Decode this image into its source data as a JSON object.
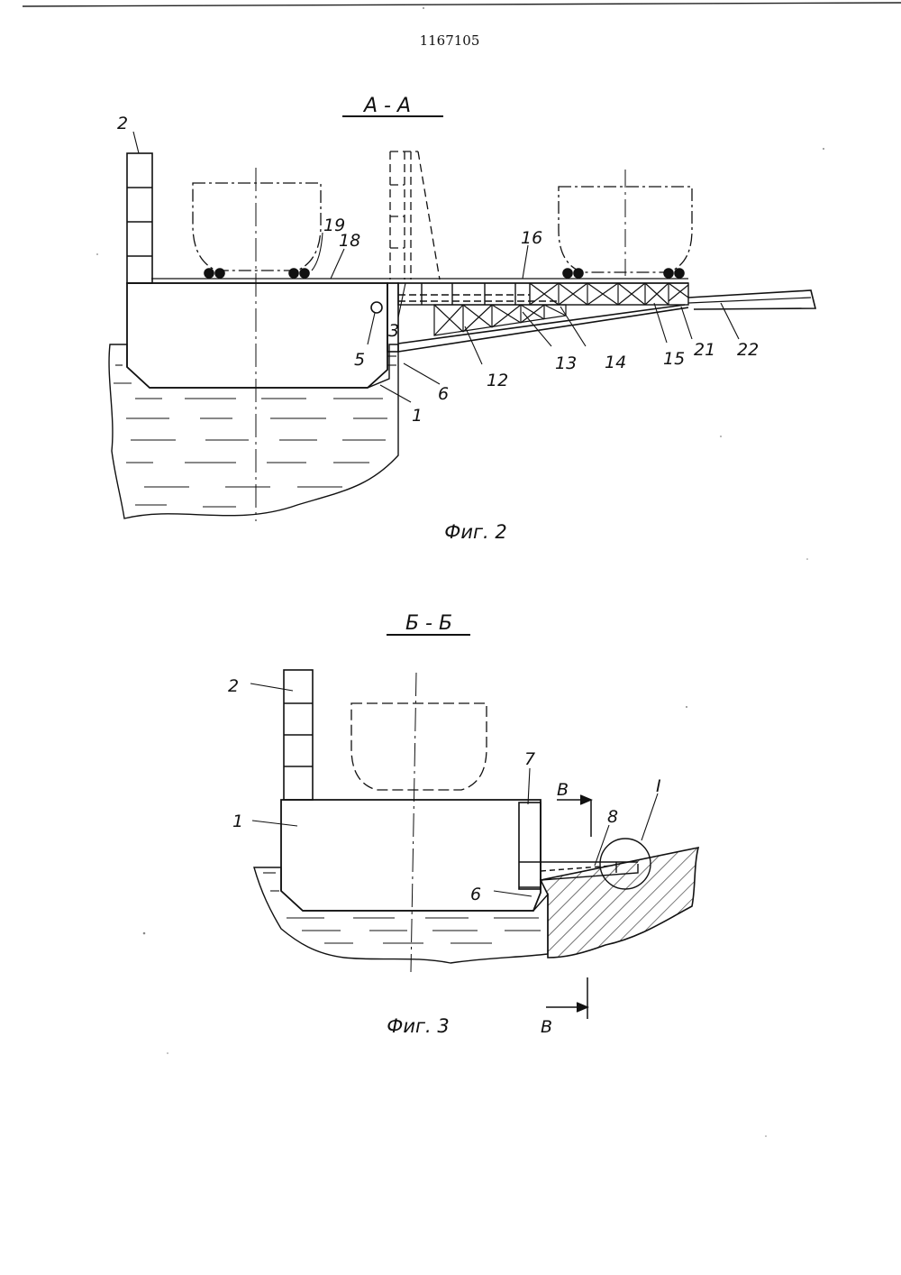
{
  "document": {
    "patent_number": "1167105"
  },
  "figure2": {
    "section_title": "А - А",
    "caption": "Фиг. 2",
    "labels": {
      "l2": "2",
      "l19": "19",
      "l18": "18",
      "l16": "16",
      "l3": "3",
      "l5": "5",
      "l6": "6",
      "l1": "1",
      "l12": "12",
      "l13": "13",
      "l14": "14",
      "l15": "15",
      "l21": "21",
      "l22": "22"
    }
  },
  "figure3": {
    "section_title": "Б - Б",
    "caption": "Фиг. 3",
    "labels": {
      "l2": "2",
      "l1": "1",
      "l7": "7",
      "l8": "8",
      "l6": "6",
      "lI": "I",
      "lV_top": "В",
      "lV_bottom": "В"
    }
  }
}
